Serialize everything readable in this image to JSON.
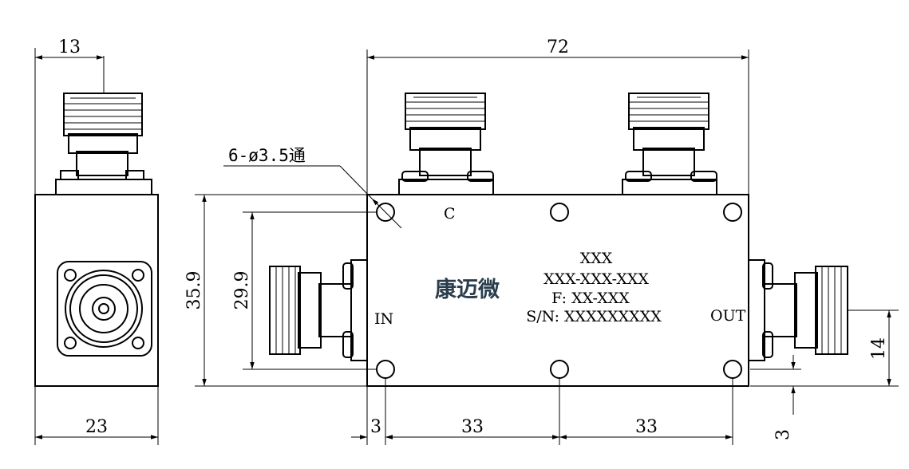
{
  "dimensions": {
    "side_width_top": "13",
    "total_length": "72",
    "hole_note": "6-ø3.5通",
    "body_height": "35.9",
    "hole_spacing_v": "29.9",
    "side_width_bottom": "23",
    "edge_offset": "3",
    "hole_spacing_h_1": "33",
    "hole_spacing_h_2": "33",
    "port_height": "14",
    "port_offset": "3"
  },
  "labels": {
    "coupled_port": "C",
    "input_port": "IN",
    "output_port": "OUT"
  },
  "nameplate": {
    "brand": "康迈微",
    "line1": "XXX",
    "line2": "XXX-XXX-XXX",
    "line3": "F: XX-XXX",
    "line4": "S/N: XXXXXXXXX"
  }
}
